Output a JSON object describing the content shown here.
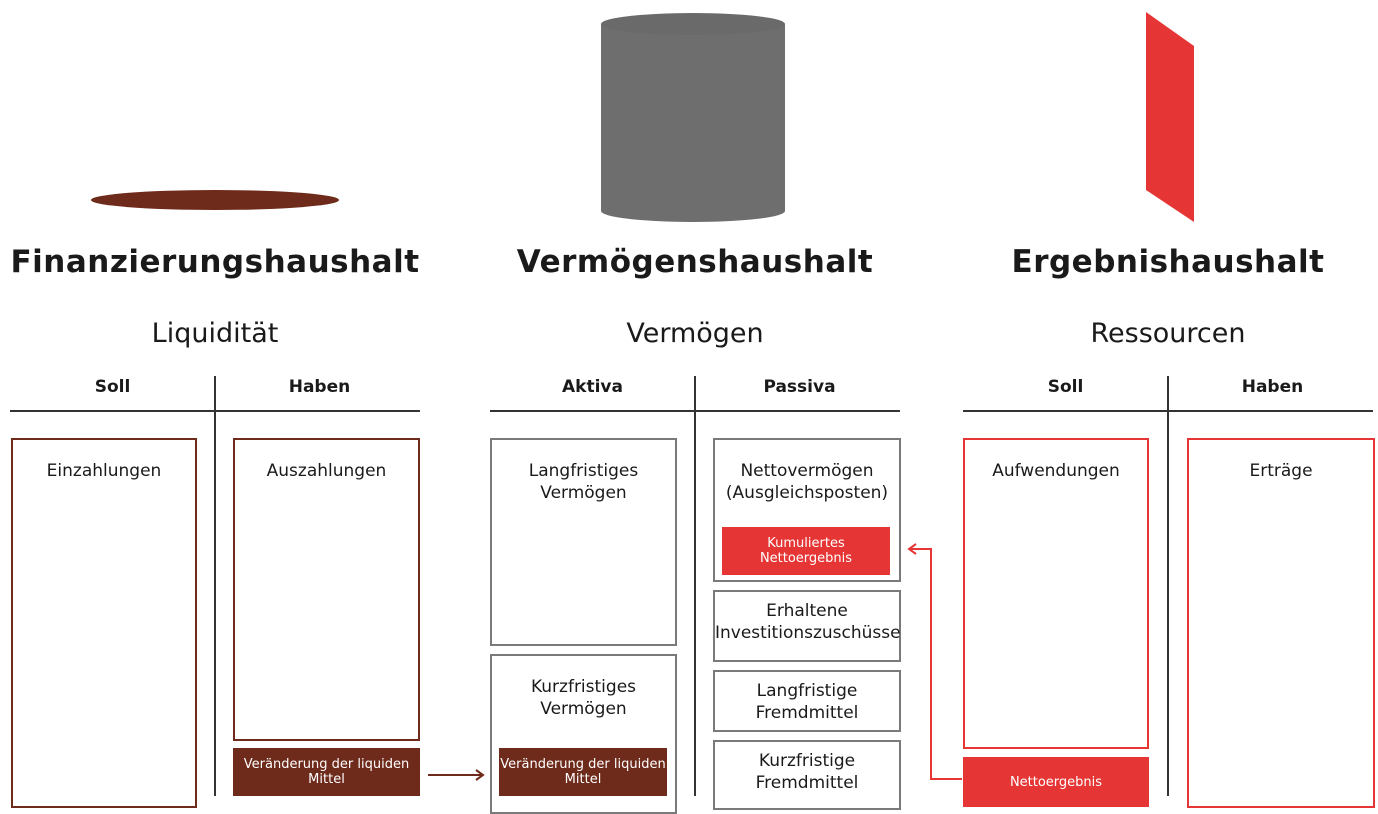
{
  "colors": {
    "finanz": "#6e2a1a",
    "vermoegen": "#6e6e6e",
    "ergebnis": "#e53635",
    "rule": "#333333"
  },
  "icons": {
    "finanz": "flat-disc-icon",
    "vermoegen": "cylinder-icon",
    "ergebnis": "thin-panel-icon"
  },
  "finanz": {
    "title": "Finanzierungshaushalt",
    "subtitle": "Liquidität",
    "col_left": "Soll",
    "col_right": "Haben",
    "box_left": "Einzahlungen",
    "box_right": "Auszahlungen",
    "delta": "Veränderung der liquiden Mittel"
  },
  "vermoegen": {
    "title": "Vermögenshaushalt",
    "subtitle": "Vermögen",
    "col_left": "Aktiva",
    "col_right": "Passiva",
    "aktiva_long": "Langfristiges Vermögen",
    "aktiva_short": "Kurzfristiges Vermögen",
    "delta": "Veränderung der liquiden Mittel",
    "netto": "Nettovermögen (Ausgleichsposten)",
    "kumuliert": "Kumuliertes Nettoergebnis",
    "zuschuesse": "Erhaltene Investitionszuschüsse",
    "lang_fremd": "Langfristige Fremdmittel",
    "kurz_fremd": "Kurzfristige Fremdmittel"
  },
  "ergebnis": {
    "title": "Ergebnishaushalt",
    "subtitle": "Ressourcen",
    "col_left": "Soll",
    "col_right": "Haben",
    "box_left": "Aufwendungen",
    "box_right": "Erträge",
    "netto": "Nettoergebnis"
  }
}
